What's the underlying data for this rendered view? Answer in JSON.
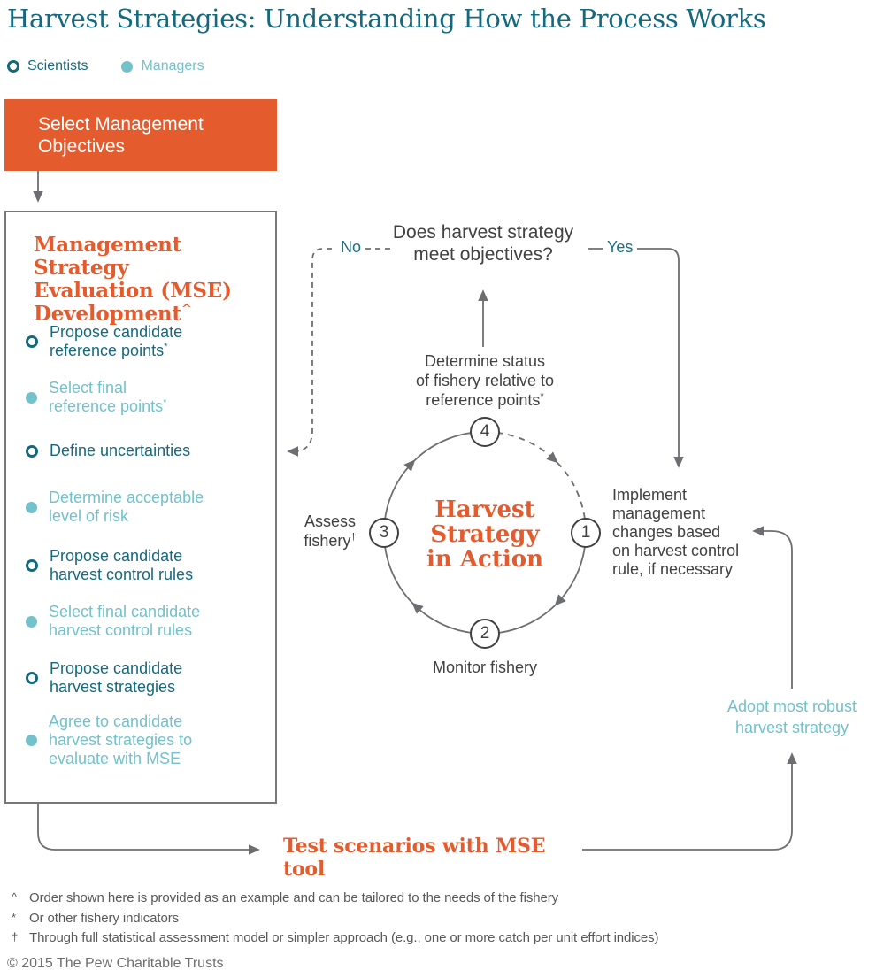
{
  "title": "Harvest Strategies: Understanding How the Process Works",
  "legend": {
    "scientists": "Scientists",
    "managers": "Managers"
  },
  "colors": {
    "orange": "#E45C2E",
    "teal_dark": "#15697E",
    "teal_light": "#72C1CB",
    "line_gray": "#6D6E71",
    "text_gray": "#414042"
  },
  "objectives_box": {
    "text": "Select Management\nObjectives"
  },
  "mse": {
    "heading": {
      "text": "Management Strategy\nEvaluation (MSE)\nDevelopment",
      "sup": "^"
    },
    "steps": [
      {
        "role": "scientists",
        "text": "Propose candidate\nreference points",
        "sup": "*"
      },
      {
        "role": "managers",
        "text": "Select final\nreference points",
        "sup": "*"
      },
      {
        "role": "scientists",
        "text": "Define uncertainties",
        "sup": ""
      },
      {
        "role": "managers",
        "text": "Determine acceptable\nlevel of risk",
        "sup": ""
      },
      {
        "role": "scientists",
        "text": "Propose candidate\nharvest control rules",
        "sup": ""
      },
      {
        "role": "managers",
        "text": "Select final candidate\nharvest control rules",
        "sup": ""
      },
      {
        "role": "scientists",
        "text": "Propose candidate\nharvest strategies",
        "sup": ""
      },
      {
        "role": "managers",
        "text": "Agree to candidate\nharvest strategies to\nevaluate with MSE",
        "sup": ""
      }
    ]
  },
  "decision": {
    "question": "Does harvest strategy\nmeet objectives?",
    "no_label": "No",
    "yes_label": "Yes"
  },
  "cycle": {
    "center_text": "Harvest\nStrategy\nin Action",
    "nodes": [
      {
        "number": "1",
        "label": "Implement\nmanagement\nchanges based\non harvest control\nrule, if necessary",
        "sup": ""
      },
      {
        "number": "2",
        "label": "Monitor fishery",
        "sup": ""
      },
      {
        "number": "3",
        "label": "Assess\nfishery",
        "sup": "†"
      },
      {
        "number": "4",
        "label": "Determine status\nof fishery relative to\nreference points",
        "sup": "*"
      }
    ]
  },
  "adopt_label": "Adopt most robust\nharvest strategy",
  "test_label": "Test scenarios with MSE tool",
  "footnotes": [
    {
      "symbol": "^",
      "text": "Order shown here is provided as an example and can be tailored to the needs of the fishery"
    },
    {
      "symbol": "*",
      "text": "Or other fishery indicators"
    },
    {
      "symbol": "†",
      "text": "Through full statistical assessment model or simpler approach (e.g., one or more catch per unit effort indices)"
    }
  ],
  "copyright": "© 2015 The Pew Charitable Trusts"
}
